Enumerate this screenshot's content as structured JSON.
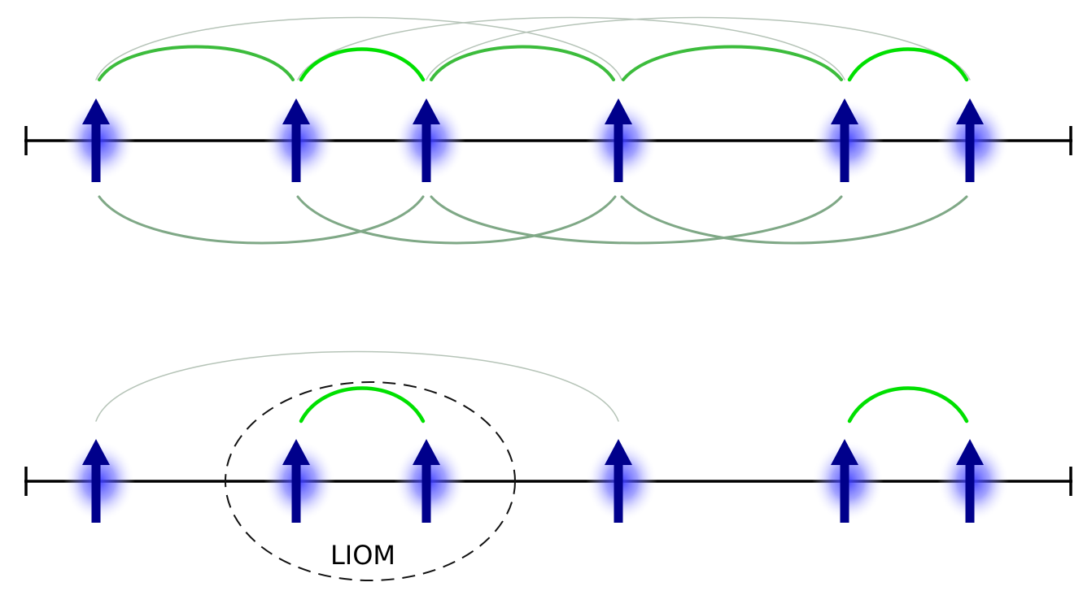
{
  "colors": {
    "spin_arrow": "#00008b",
    "spin_glow": "#3b3bff",
    "axis": "#000000",
    "strong_coupling": "#00e000",
    "medium_coupling": "#3cbc3c",
    "lower_coupling": "#7fa886",
    "weak_coupling": "#b6c4b8",
    "liom_outline": "#111111"
  },
  "icons": {
    "spin": "up-arrow-icon"
  },
  "top_panel": {
    "spin_count": 6,
    "spin_direction": "up",
    "couplings_above": [
      {
        "from": 1,
        "to": 2,
        "strength": "medium"
      },
      {
        "from": 2,
        "to": 3,
        "strength": "strong"
      },
      {
        "from": 3,
        "to": 4,
        "strength": "medium"
      },
      {
        "from": 4,
        "to": 5,
        "strength": "medium"
      },
      {
        "from": 5,
        "to": 6,
        "strength": "strong"
      },
      {
        "from": 1,
        "to": 4,
        "strength": "weak"
      },
      {
        "from": 2,
        "to": 5,
        "strength": "weak"
      },
      {
        "from": 3,
        "to": 6,
        "strength": "weak"
      }
    ],
    "couplings_below": [
      {
        "from": 1,
        "to": 3,
        "strength": "lower"
      },
      {
        "from": 2,
        "to": 4,
        "strength": "lower"
      },
      {
        "from": 3,
        "to": 5,
        "strength": "lower"
      },
      {
        "from": 4,
        "to": 6,
        "strength": "lower"
      }
    ]
  },
  "bottom_panel": {
    "spin_count": 6,
    "spin_direction": "up",
    "couplings_above": [
      {
        "from": 1,
        "to": 4,
        "strength": "weak"
      },
      {
        "from": 2,
        "to": 3,
        "strength": "strong"
      },
      {
        "from": 5,
        "to": 6,
        "strength": "strong"
      }
    ],
    "liom": {
      "label": "LIOM",
      "encloses_spins": [
        2,
        3
      ]
    }
  }
}
